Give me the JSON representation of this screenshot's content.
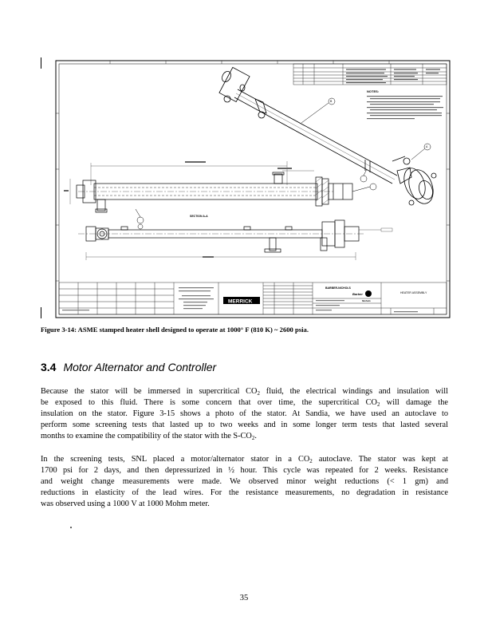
{
  "figure": {
    "caption": "Figure 3-14:  ASME stamped heater shell designed to operate at 1000° F (810 K) ~ 2600 psia.",
    "drawing_labels": {
      "section_label": "SECTION A-A",
      "company": "MERRICK",
      "customer": "BARBER-NICHOLS",
      "customer_logo_text": "Barber",
      "customer_logo_text2": "Nichols",
      "drawing_title": "HEATER ASSEMBLY",
      "notes_label": "NOTES:",
      "callout_a": "A",
      "callout_b": "B"
    }
  },
  "section": {
    "number": "3.4",
    "title": "Motor Alternator and Controller"
  },
  "paragraphs": [
    {
      "lines": [
        [
          "Because the stator will be immersed in supercritical CO",
          "2",
          " fluid, the electrical windings and insulation will"
        ],
        [
          "be exposed to this fluid.  There is some concern that over time, the supercritical CO",
          "2",
          " will damage the"
        ],
        [
          "insulation on the stator. Figure 3-15  shows a photo of the stator. At Sandia, we have used an autoclave to"
        ],
        [
          "perform some screening tests that lasted up to two weeks and in some longer term tests that lasted several"
        ],
        [
          "months to examine the compatibility of the stator with the S-CO",
          "2",
          "."
        ]
      ]
    },
    {
      "lines": [
        [
          "In the screening tests, SNL placed a motor/alternator stator in a CO",
          "2",
          " autoclave. The stator was kept at"
        ],
        [
          "1700 psi for 2 days, and then depressurized in ½ hour.  This cycle was repeated for 2 weeks. Resistance"
        ],
        [
          "and weight change measurements were made.  We observed minor weight reductions (< 1 gm) and"
        ],
        [
          "reductions in elasticity of the lead wires.  For the resistance measurements, no degradation in resistance"
        ],
        [
          "was observed using a 1000 V at 1000 Mohm meter."
        ]
      ]
    }
  ],
  "page_number": "35"
}
